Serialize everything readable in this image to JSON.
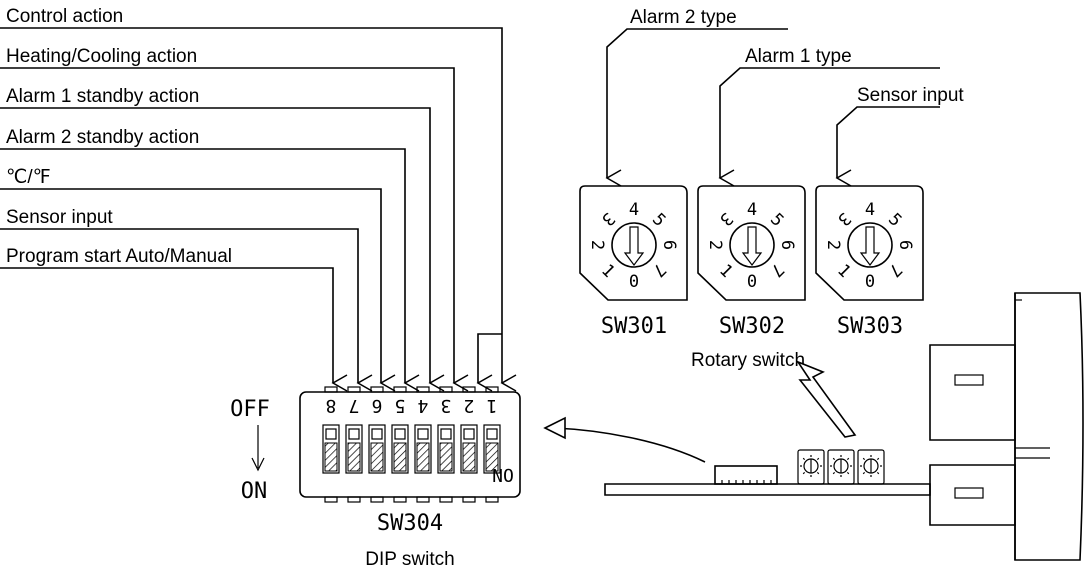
{
  "dip": {
    "labels": [
      "Control action",
      "Heating/Cooling action",
      "Alarm 1 standby action",
      "Alarm 2 standby action",
      "℃/℉",
      "Sensor input",
      "Program start Auto/Manual"
    ],
    "switch_numbers": [
      "8",
      "7",
      "6",
      "5",
      "4",
      "3",
      "2",
      "1"
    ],
    "off_label": "OFF",
    "on_label": "ON",
    "on_mark": "ON",
    "id_label": "SW304",
    "caption": "DIP switch"
  },
  "rotary": {
    "labels": [
      "Alarm 2 type",
      "Alarm 1 type",
      "Sensor input"
    ],
    "switches": [
      {
        "id": "SW301"
      },
      {
        "id": "SW302"
      },
      {
        "id": "SW303"
      }
    ],
    "dial_digits": [
      "4",
      "5",
      "6",
      "7",
      "0",
      "1",
      "2",
      "3"
    ],
    "caption": "Rotary switch"
  },
  "colors": {
    "line": "#000000",
    "background": "#ffffff"
  }
}
